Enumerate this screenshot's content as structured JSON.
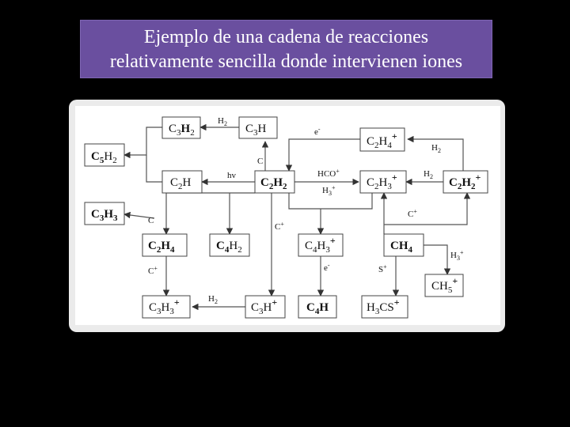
{
  "title": {
    "line1": "Ejemplo de una cadena de reacciones",
    "line2": "relativamente sencilla donde intervienen iones"
  },
  "diagram": {
    "nodes": [
      {
        "id": "c3h2",
        "label": "C3H2",
        "bold": false,
        "x": 0,
        "y": 0
      },
      {
        "id": "c3h",
        "label": "C3H",
        "bold": false
      },
      {
        "id": "c2h4p",
        "label": "C2H4+",
        "bold": false
      },
      {
        "id": "c5h2",
        "label": "C5H2",
        "bold": true
      },
      {
        "id": "c2h",
        "label": "C2H",
        "bold": false
      },
      {
        "id": "c2h2",
        "label": "C2H2",
        "bold": true
      },
      {
        "id": "c2h3p",
        "label": "C2H3+",
        "bold": false
      },
      {
        "id": "c2h2p",
        "label": "C2H2+",
        "bold": true
      },
      {
        "id": "c3h3",
        "label": "C3H3",
        "bold": true
      },
      {
        "id": "c2h4",
        "label": "C2H4",
        "bold": true
      },
      {
        "id": "c4h2",
        "label": "C4H2",
        "bold": true
      },
      {
        "id": "c4h3p",
        "label": "C4H3+",
        "bold": false
      },
      {
        "id": "ch4",
        "label": "CH4",
        "bold": true
      },
      {
        "id": "ch5p",
        "label": "CH5+",
        "bold": false
      },
      {
        "id": "c3h3p",
        "label": "C3H3+",
        "bold": false
      },
      {
        "id": "c3hp",
        "label": "C3H+",
        "bold": false
      },
      {
        "id": "c4h",
        "label": "C4H",
        "bold": true
      },
      {
        "id": "h3csp",
        "label": "H3CS+",
        "bold": false
      }
    ],
    "edge_labels": {
      "h2_top": "H2",
      "e_top": "e-",
      "h2_right": "H2",
      "c_mid": "C",
      "hv": "hv",
      "hco": "HCO+",
      "h3p_mid": "H3+",
      "h2_far": "H2",
      "c_left": "C",
      "cp_mid": "C+",
      "cp_right": "C+",
      "h3p_right": "H3+",
      "cp_left": "C+",
      "em_mid": "e-",
      "sp": "S+",
      "h2_bottom": "H2"
    }
  }
}
